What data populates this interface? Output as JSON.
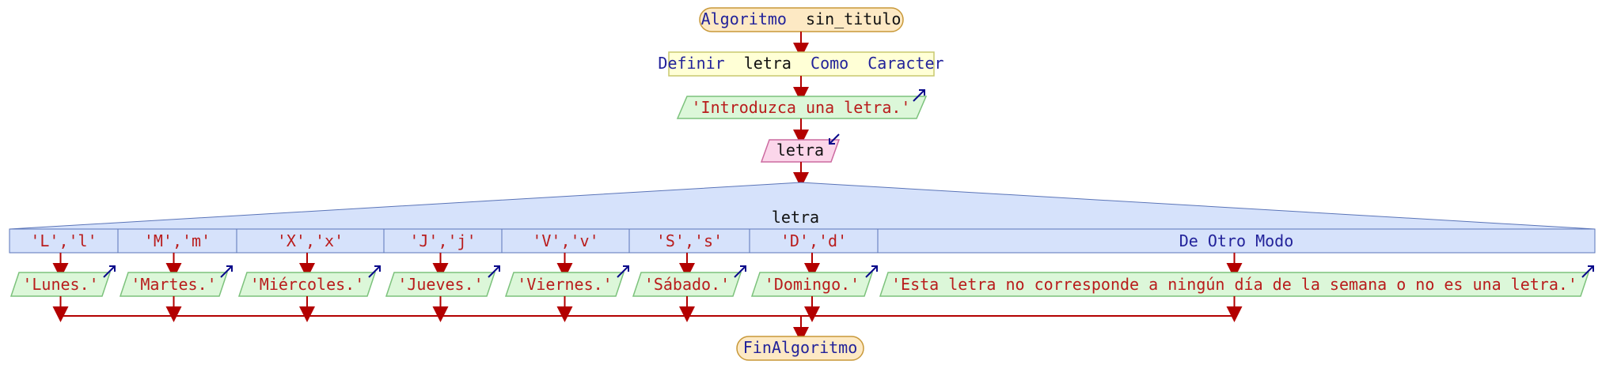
{
  "algorithm": {
    "start_keyword": "Algoritmo",
    "start_name": "sin_titulo",
    "end_label": "FinAlgoritmo"
  },
  "define": {
    "keyword": "Definir",
    "variable": "letra",
    "keyword_como": "Como",
    "type": "Caracter"
  },
  "prompt_output": "'Introduzca una letra.'",
  "read_variable": "letra",
  "switch": {
    "variable": "letra",
    "cases": [
      {
        "label": "'L','l'",
        "output": "'Lunes.'"
      },
      {
        "label": "'M','m'",
        "output": "'Martes.'"
      },
      {
        "label": "'X','x'",
        "output": "'Miércoles.'"
      },
      {
        "label": "'J','j'",
        "output": "'Jueves.'"
      },
      {
        "label": "'V','v'",
        "output": "'Viernes.'"
      },
      {
        "label": "'S','s'",
        "output": "'Sábado.'"
      },
      {
        "label": "'D','d'",
        "output": "'Domingo.'"
      }
    ],
    "default": {
      "label": "De Otro Modo",
      "output": "'Esta letra no corresponde a ningún día de la semana o no es una letra.'"
    }
  },
  "colors": {
    "terminal_fill": "#fde9c4",
    "terminal_stroke": "#c89838",
    "define_fill": "#ffffd6",
    "define_stroke": "#c8c86e",
    "output_fill": "#dcf7d9",
    "output_stroke": "#7cc27c",
    "input_fill": "#fbd6ea",
    "input_stroke": "#cc6aa0",
    "switch_fill": "#d6e2fb",
    "switch_stroke": "#5a74b8",
    "edge": "#b30000",
    "keyword": "#22229a",
    "string": "#b91c1c"
  }
}
